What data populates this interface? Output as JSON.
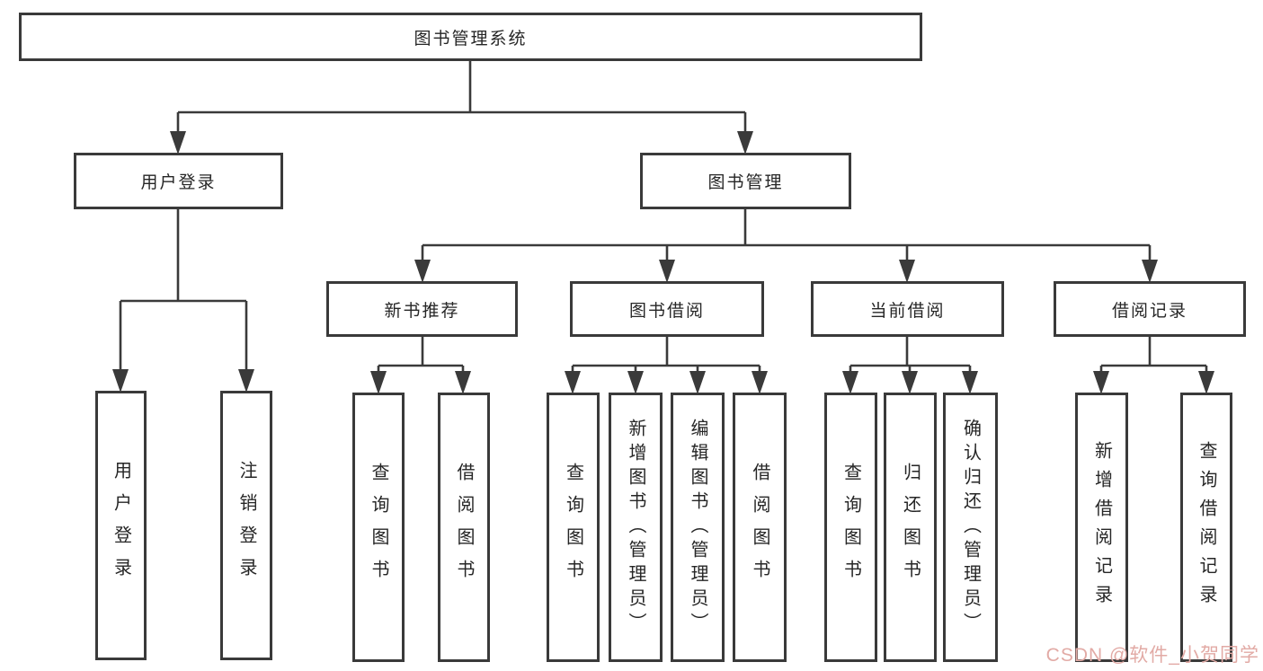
{
  "tree": {
    "root": "图书管理系统",
    "children": [
      {
        "label": "用户登录",
        "children": [
          "用户登录",
          "注销登录"
        ]
      },
      {
        "label": "图书管理",
        "children": [
          {
            "label": "新书推荐",
            "children": [
              "查询图书",
              "借阅图书"
            ]
          },
          {
            "label": "图书借阅",
            "children": [
              "查询图书",
              "新增图书（管理员）",
              "编辑图书（管理员）",
              "借阅图书"
            ]
          },
          {
            "label": "当前借阅",
            "children": [
              "查询图书",
              "归还图书",
              "确认归还（管理员）"
            ]
          },
          {
            "label": "借阅记录",
            "children": [
              "新增借阅记录",
              "查询借阅记录"
            ]
          }
        ]
      }
    ]
  },
  "watermark": {
    "text": "CSDN @软件_小贺同学"
  },
  "colors": {
    "line": "#3a3a3a",
    "text": "#262626",
    "background": "#ffffff",
    "watermark": "#e2aaa5"
  }
}
